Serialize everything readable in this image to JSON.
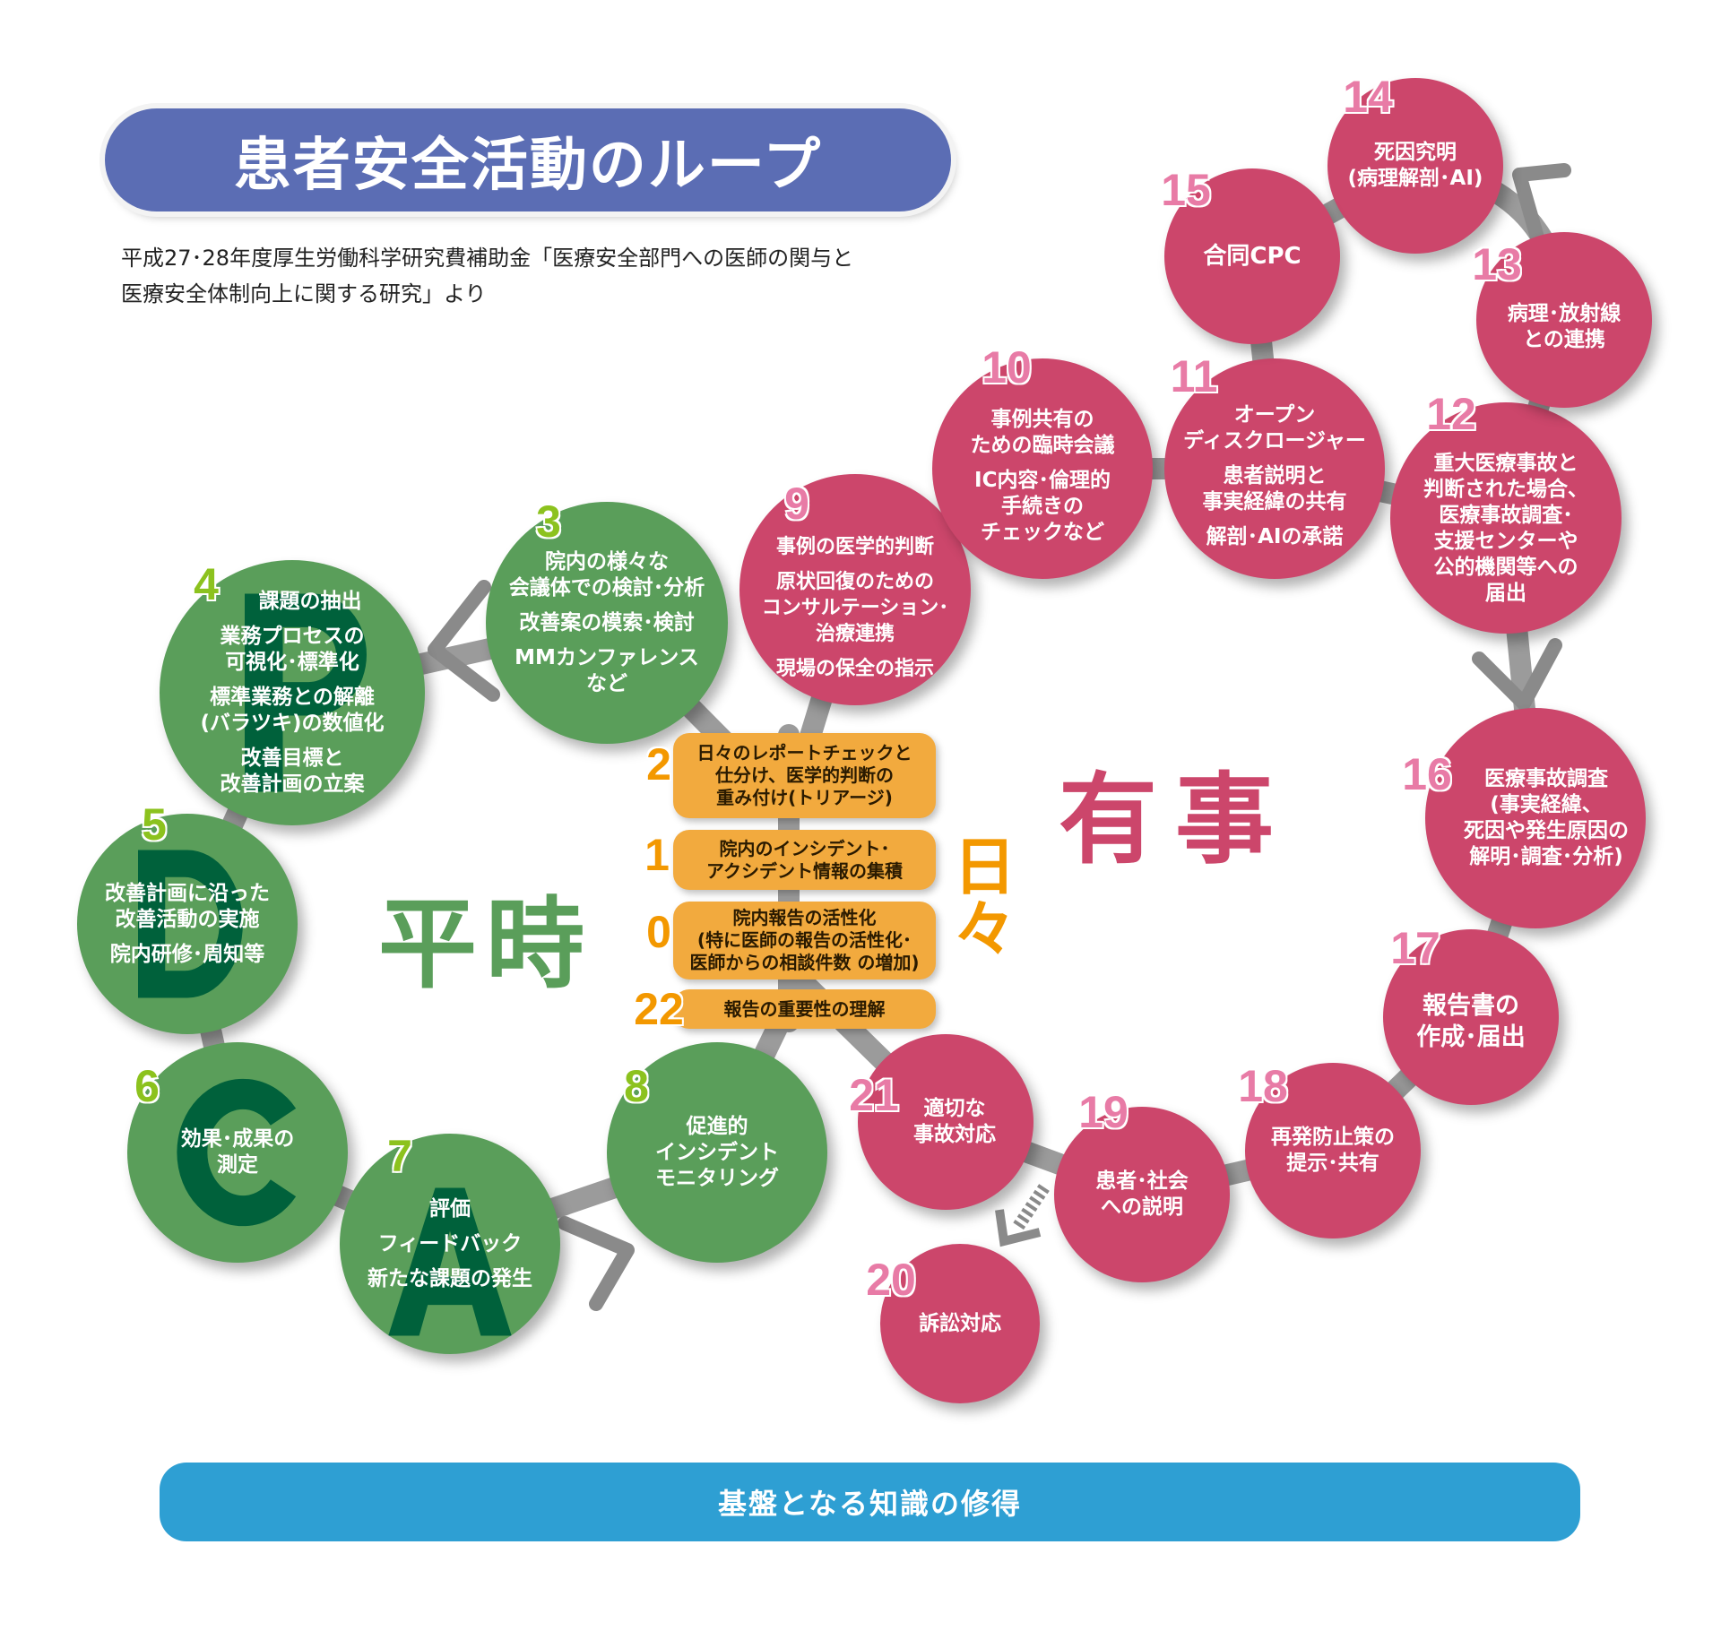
{
  "header": {
    "title": "患者安全活動のループ",
    "subtitle": "平成27･28年度厚生労働科学研究費補助金「医療安全部門への医師の関与と\n医療安全体制向上に関する研究」より"
  },
  "labels": {
    "heiji": "平時",
    "yuji": "有事",
    "hibi": "日々"
  },
  "pdca": {
    "p": "P",
    "d": "D",
    "c": "C",
    "a": "A"
  },
  "green": {
    "c3": {
      "num": "3",
      "paras": [
        "院内の様々な\n会議体での検討･分析",
        "改善案の模索･検討",
        "MMカンファレンス\nなど"
      ]
    },
    "c4": {
      "num": "4",
      "paras": [
        "課題の抽出",
        "業務プロセスの\n可視化･標準化",
        "標準業務との解離\n(バラツキ)の数値化",
        "改善目標と\n改善計画の立案"
      ]
    },
    "c5": {
      "num": "5",
      "paras": [
        "改善計画に沿った\n改善活動の実施",
        "院内研修･周知等"
      ]
    },
    "c6": {
      "num": "6",
      "paras": [
        "効果･成果の\n測定"
      ]
    },
    "c7": {
      "num": "7",
      "paras": [
        "評価",
        "フィードバック",
        "新たな課題の発生"
      ]
    },
    "c8": {
      "num": "8",
      "paras": [
        "促進的\nインシデント\nモニタリング"
      ]
    }
  },
  "red": {
    "c9": {
      "num": "9",
      "paras": [
        "事例の医学的判断",
        "原状回復のための\nコンサルテーション･\n治療連携",
        "現場の保全の指示"
      ]
    },
    "c10": {
      "num": "10",
      "paras": [
        "事例共有の\nための臨時会議",
        "IC内容･倫理的\n手続きの\nチェックなど"
      ]
    },
    "c11": {
      "num": "11",
      "paras": [
        "オープン\nディスクロージャー",
        "患者説明と\n事実経緯の共有",
        "解剖･AIの承諾"
      ]
    },
    "c12": {
      "num": "12",
      "paras": [
        "重大医療事故と\n判断された場合、\n医療事故調査･\n支援センターや\n公的機関等への\n届出"
      ]
    },
    "c13": {
      "num": "13",
      "paras": [
        "病理･放射線\nとの連携"
      ]
    },
    "c14": {
      "num": "14",
      "paras": [
        "死因究明\n(病理解剖･AI)"
      ]
    },
    "c15": {
      "num": "15",
      "paras": [
        "合同CPC"
      ]
    },
    "c16": {
      "num": "16",
      "paras": [
        "医療事故調査\n(事実経緯、\n死因や発生原因の\n解明･調査･分析)"
      ]
    },
    "c17": {
      "num": "17",
      "paras": [
        "報告書の\n作成･届出"
      ]
    },
    "c18": {
      "num": "18",
      "paras": [
        "再発防止策の\n提示･共有"
      ]
    },
    "c19": {
      "num": "19",
      "paras": [
        "患者･社会\nへの説明"
      ]
    },
    "c20": {
      "num": "20",
      "paras": [
        "訴訟対応"
      ]
    },
    "c21": {
      "num": "21",
      "paras": [
        "適切な\n事故対応"
      ]
    }
  },
  "daily": [
    {
      "num": "2",
      "text": "日々のレポートチェックと\n仕分け、医学的判断の\n重み付け(トリアージ)"
    },
    {
      "num": "1",
      "text": "院内のインシデント･\nアクシデント情報の集積"
    },
    {
      "num": "0",
      "text": "院内報告の活性化\n(特に医師の報告の活性化･\n医師からの相談件数 の増加)"
    },
    {
      "num": "22",
      "text": "報告の重要性の理解"
    }
  ],
  "footer": {
    "label": "基盤となる知識の修得"
  },
  "colors": {
    "title": "#5b6db4",
    "green": "#5a9e5a",
    "pink": "#cc466b",
    "orange": "#f2aa3e",
    "footer": "#2e9fd3",
    "pdca": "#00613b"
  }
}
